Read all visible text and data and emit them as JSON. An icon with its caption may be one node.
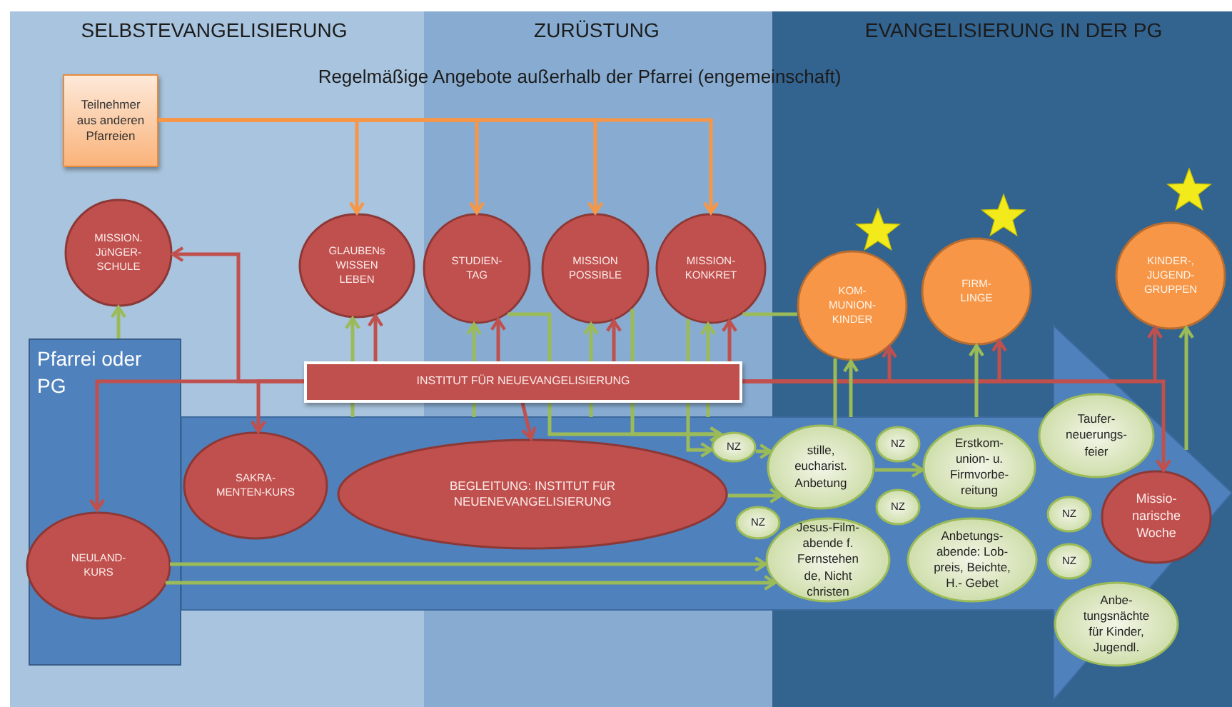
{
  "diagram": {
    "nodes": [
      {
        "text": [
          "Teilnehmer aus anderen Pfarreien"
        ]
      },
      {
        "text": [
          "MISSION. JüNGER- SCHULE"
        ]
      },
      {
        "text": [
          "GLAUBENs WISSEN LEBEN"
        ]
      },
      {
        "text": [
          "STUDIEN- TAG"
        ]
      },
      {
        "text": [
          "MISSION POSSIBLE"
        ]
      },
      {
        "text": [
          "MISSION- KONKRET"
        ]
      },
      {
        "text": [
          "KOM- MUNION- KINDER"
        ]
      },
      {
        "text": [
          "FIRM- LINGE"
        ]
      },
      {
        "text": [
          "KINDER-, JUGEND- GRUPPEN"
        ]
      },
      {
        "text": [
          "Pfarrei oder PG"
        ]
      },
      {
        "text": [
          "INSTITUT FÜR NEUEVANGELISIERUNG"
        ]
      },
      {
        "text": [],
        "shape": "arrow"
      },
      {
        "text": [
          "SAKRA- MENTEN-KURS"
        ],
        "in": 11
      },
      {
        "text": [
          "BEGLEITUNG: INSTITUT FüR NEUENEVANGELISIERUNG"
        ],
        "in": 11
      },
      {
        "text": [
          "NZ"
        ],
        "in": 11
      },
      {
        "text": [
          "stille, eucharist. Anbetung"
        ],
        "in": 11
      },
      {
        "text": [
          "NZ"
        ],
        "in": 11
      },
      {
        "text": [
          "Erstkom- union- u. Firmvorbe- reitung"
        ],
        "in": 11
      },
      {
        "text": [
          "Taufer- neuerungs- feier"
        ],
        "in": 11
      },
      {
        "text": [
          "NZ"
        ],
        "in": 11
      },
      {
        "text": [
          "NZ"
        ],
        "in": 11
      },
      {
        "text": [
          "NEULAND- KURS"
        ],
        "in": 9
      },
      {
        "text": [
          "Jesus-Film- abende f. Fernstehen de, Nicht christen"
        ],
        "in": 11
      },
      {
        "text": [
          "Anbetungs- abende: Lob- preis, Beichte, H.- Gebet"
        ],
        "in": 11
      },
      {
        "text": [
          "NZ"
        ],
        "in": 11
      },
      {
        "text": [
          "Missio- narische Woche"
        ],
        "in": 11
      },
      {
        "text": [
          "NZ"
        ],
        "in": 11
      },
      {
        "text": [
          "Anbe- tungsnächte für Kinder, Jugendl."
        ],
        "in": 11
      }
    ],
    "edges": [
      {
        "from": 0,
        "to": 2,
        "arrow": "to",
        "color": "#f79646"
      },
      {
        "from": 0,
        "to": 3,
        "arrow": "to",
        "color": "#f79646"
      },
      {
        "from": 0,
        "to": 4,
        "arrow": "to",
        "color": "#f79646"
      },
      {
        "from": 0,
        "to": 5,
        "arrow": "to",
        "color": "#f79646"
      },
      {
        "from": 10,
        "to": 1,
        "arrow": "to",
        "color": "#c0504d"
      },
      {
        "from": 10,
        "to": 2,
        "arrow": "to",
        "color": "#c0504d"
      },
      {
        "from": 10,
        "to": 3,
        "arrow": "to",
        "color": "#c0504d"
      },
      {
        "from": 10,
        "to": 4,
        "arrow": "to",
        "color": "#c0504d"
      },
      {
        "from": 10,
        "to": 5,
        "arrow": "to",
        "color": "#c0504d"
      },
      {
        "from": 10,
        "to": 6,
        "arrow": "to",
        "color": "#c0504d"
      },
      {
        "from": 10,
        "to": 7,
        "arrow": "to",
        "color": "#c0504d"
      },
      {
        "from": 10,
        "to": 8,
        "arrow": "to",
        "color": "#c0504d"
      },
      {
        "from": 10,
        "to": 12,
        "arrow": "to",
        "color": "#c0504d"
      },
      {
        "from": 10,
        "to": 13,
        "arrow": "to",
        "color": "#c0504d"
      },
      {
        "from": 10,
        "to": 21,
        "arrow": "to",
        "color": "#c0504d"
      },
      {
        "from": 10,
        "to": 25,
        "arrow": "to",
        "color": "#c0504d"
      },
      {
        "from": 9,
        "to": 1,
        "arrow": "to"
      },
      {
        "from": 11,
        "to": 10,
        "arrow": "none"
      },
      {
        "from": 11,
        "to": 10,
        "arrow": "none"
      },
      {
        "from": 11,
        "to": 10,
        "arrow": "none"
      },
      {
        "from": 11,
        "to": 10,
        "arrow": "none"
      },
      {
        "from": 10,
        "to": 2,
        "arrow": "to"
      },
      {
        "from": 10,
        "to": 3,
        "arrow": "to"
      },
      {
        "from": 10,
        "to": 4,
        "arrow": "to"
      },
      {
        "from": 10,
        "to": 5,
        "arrow": "to"
      },
      {
        "from": 3,
        "to": 10,
        "arrow": "none"
      },
      {
        "from": 10,
        "to": 14,
        "arrow": "to"
      },
      {
        "from": 4,
        "to": 10,
        "arrow": "none"
      },
      {
        "from": 10,
        "to": 14,
        "arrow": "to"
      },
      {
        "from": 5,
        "to": 10,
        "arrow": "none"
      },
      {
        "from": 10,
        "to": 14,
        "arrow": "to"
      },
      {
        "from": 5,
        "to": 6,
        "arrow": "none"
      },
      {
        "from": 11,
        "to": 6,
        "arrow": "to"
      },
      {
        "from": 15,
        "to": 6,
        "arrow": "none"
      },
      {
        "from": 11,
        "to": 7,
        "arrow": "to"
      },
      {
        "from": 11,
        "to": 8,
        "arrow": "to"
      },
      {
        "from": 13,
        "to": 15,
        "arrow": "to"
      },
      {
        "from": 14,
        "to": 15,
        "arrow": "to"
      },
      {
        "from": 15,
        "to": 17,
        "arrow": "to"
      },
      {
        "from": 21,
        "to": 22,
        "arrow": "to"
      },
      {
        "from": 21,
        "to": 22,
        "arrow": "to"
      }
    ],
    "labels": [
      "SELBSTEVANGELISIERUNG",
      "ZURÜSTUNG",
      "EVANGELISIERUNG IN DER PG",
      "Regelmäßige Angebote außerhalb der Pfarrei (engemeinschaft)"
    ]
  }
}
